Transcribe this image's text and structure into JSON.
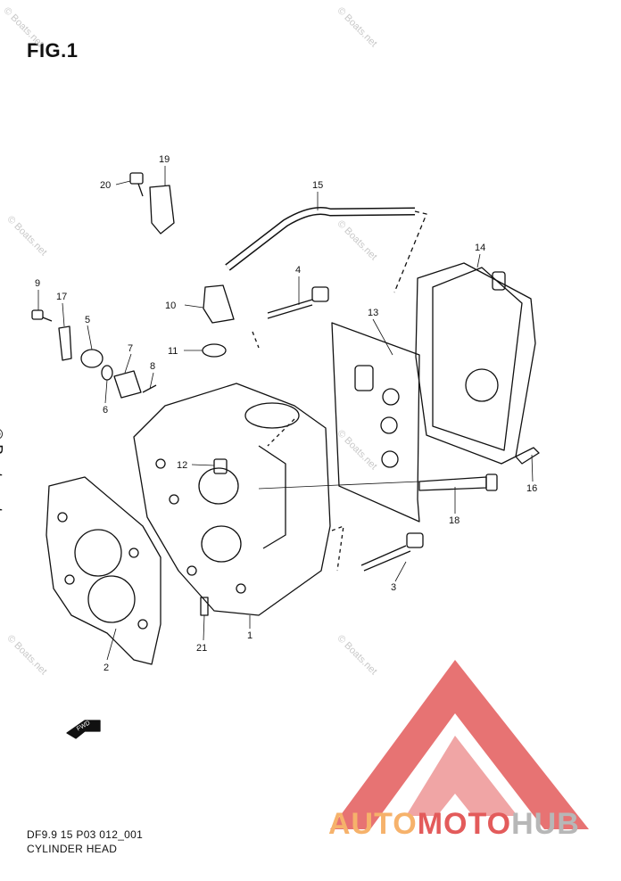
{
  "figure": {
    "title": "FIG.1"
  },
  "caption": {
    "code": "DF9.9 15 P03 012_001",
    "name": "CYLINDER HEAD"
  },
  "watermark": {
    "text": "© Boats.net"
  },
  "logo": {
    "part1": "AUTO",
    "part2": "MOTO",
    "part3": "HUB",
    "colors": {
      "auto": "#f6b26b",
      "moto": "#e35b5b",
      "hub": "#b7b7b7"
    }
  },
  "fwd_arrow": {
    "label": "FWD"
  },
  "callouts": [
    "1",
    "2",
    "3",
    "4",
    "5",
    "6",
    "7",
    "8",
    "9",
    "10",
    "11",
    "12",
    "13",
    "14",
    "15",
    "16",
    "17",
    "18",
    "19",
    "20",
    "21"
  ]
}
